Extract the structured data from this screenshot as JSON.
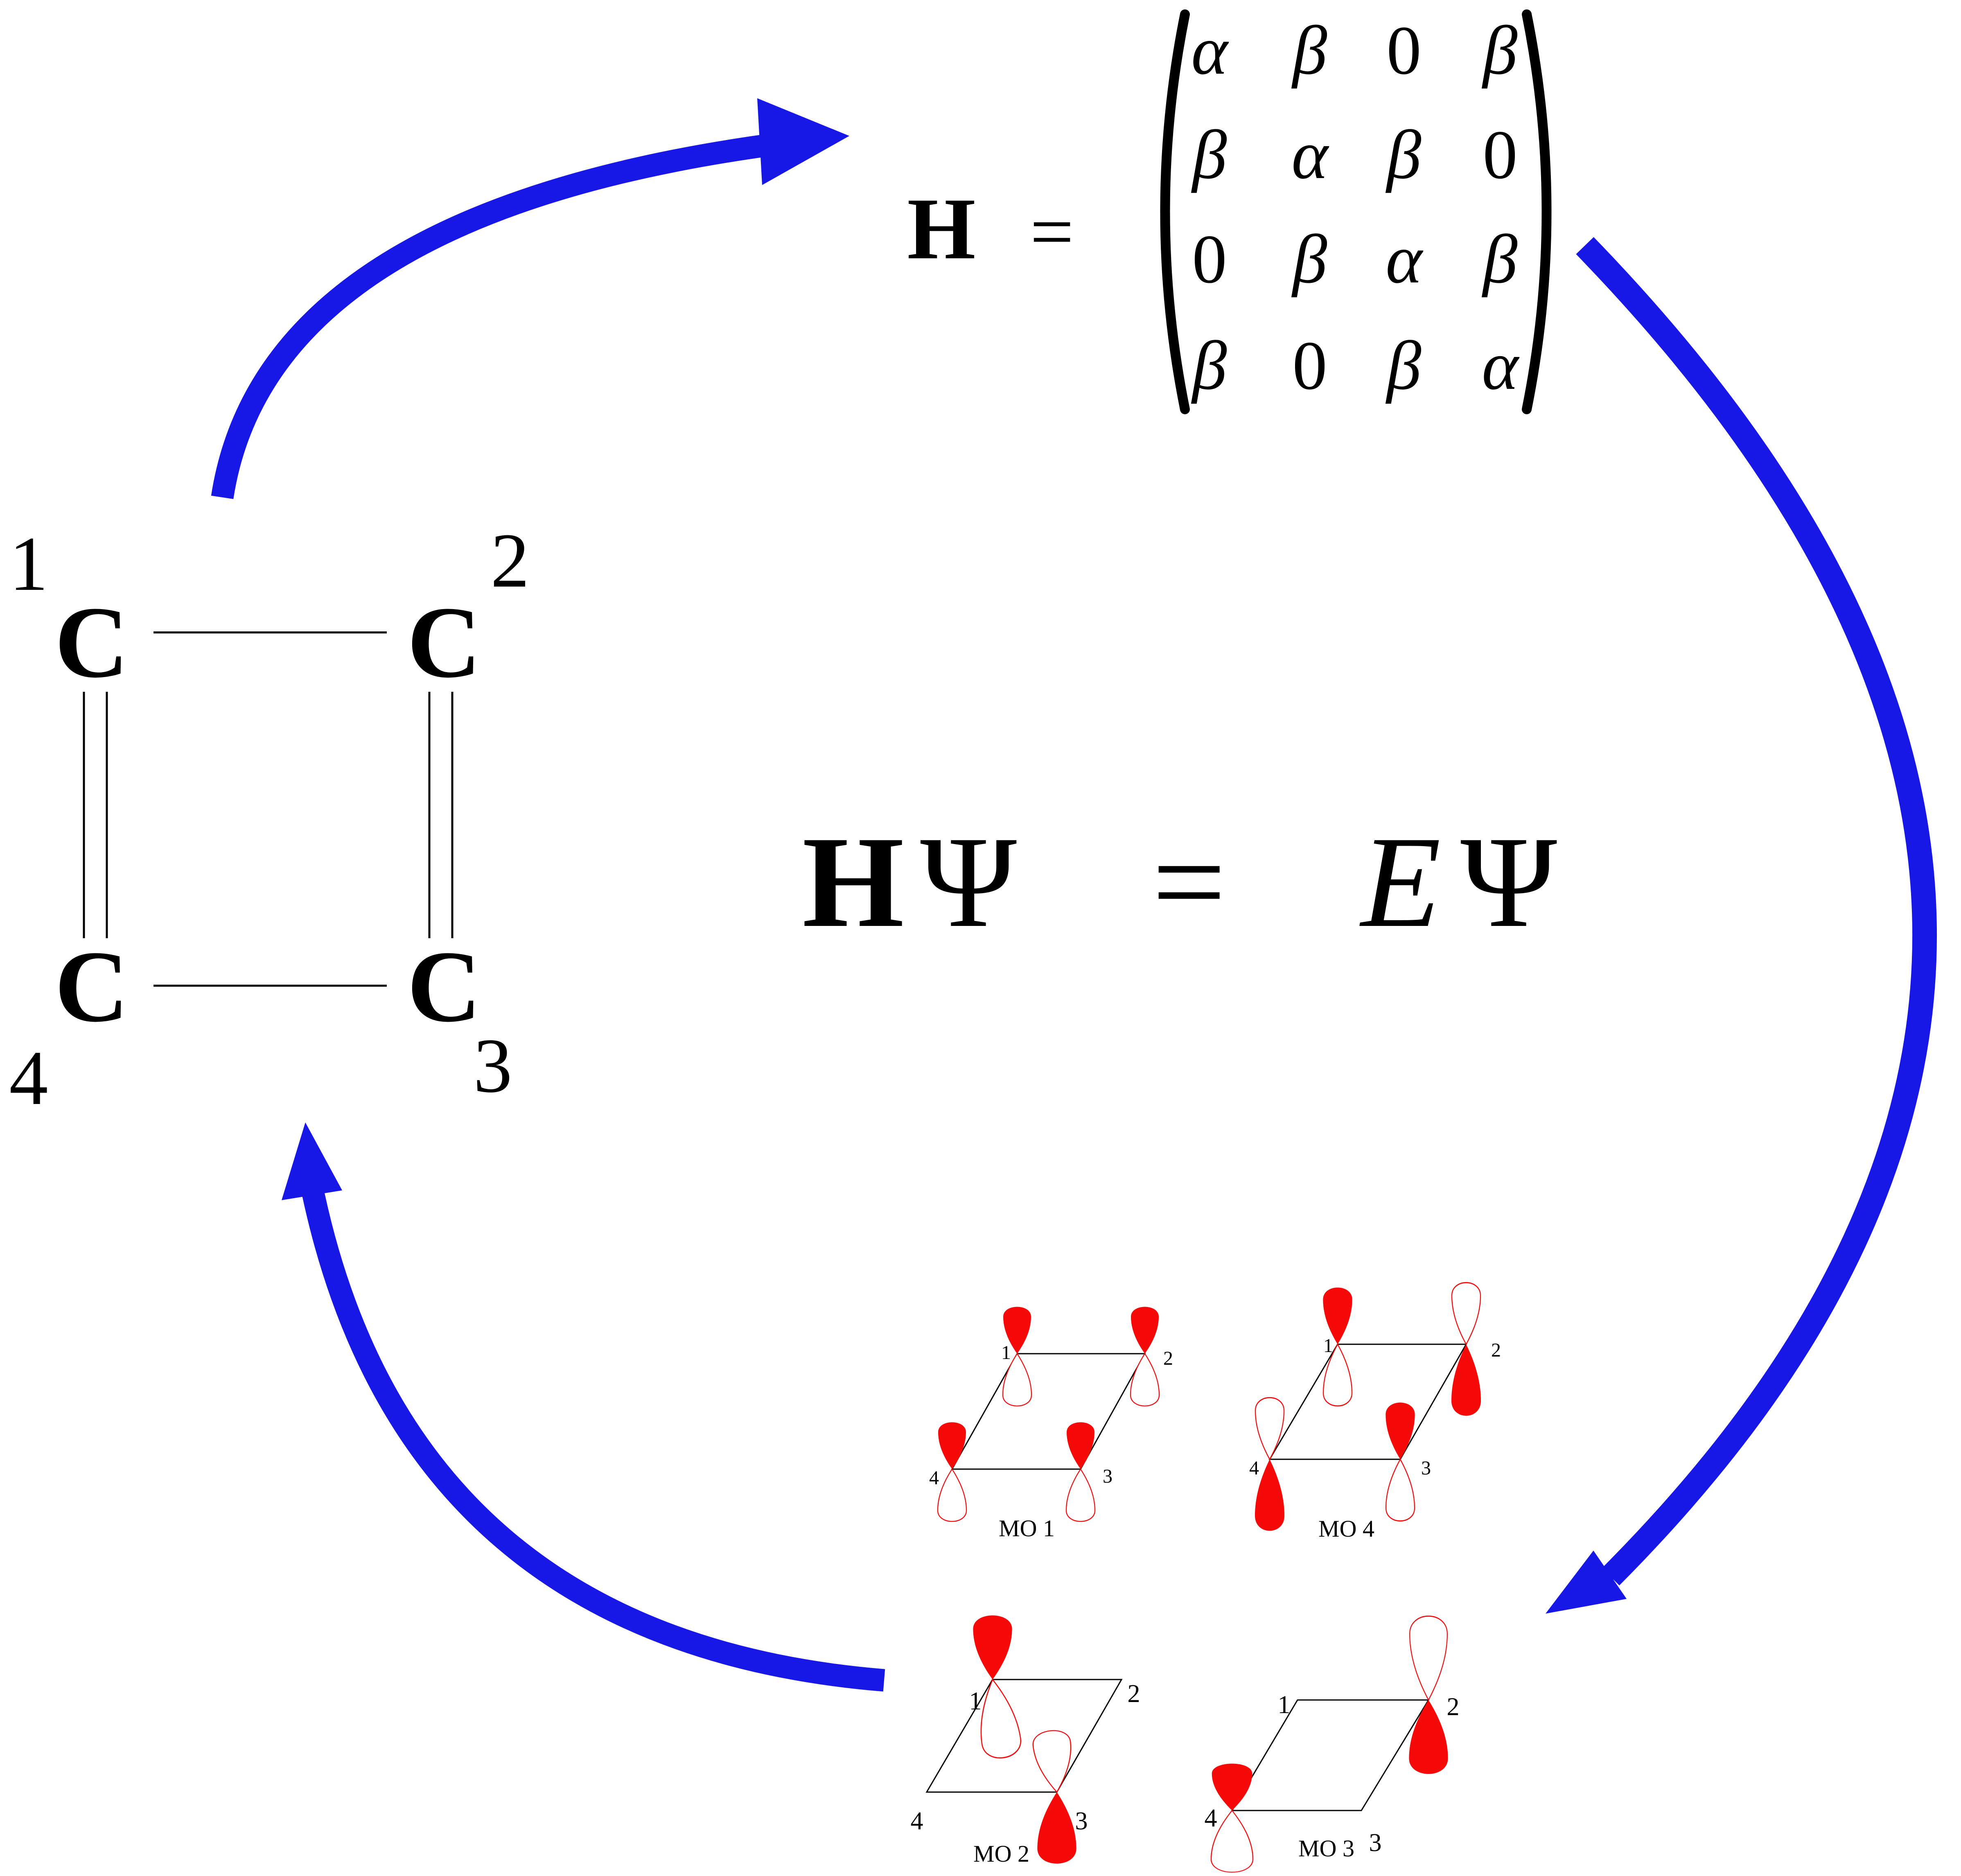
{
  "colors": {
    "arrow_blue": "#1818e6",
    "orbital_red": "#f50909",
    "line_black": "#000000"
  },
  "hamiltonian": {
    "symbol": "H",
    "equals": "=",
    "matrix": {
      "rows": [
        [
          "α",
          "β",
          "0",
          "β"
        ],
        [
          "β",
          "α",
          "β",
          "0"
        ],
        [
          "0",
          "β",
          "α",
          "β"
        ],
        [
          "β",
          "0",
          "β",
          "α"
        ]
      ]
    }
  },
  "molecule": {
    "atoms": [
      {
        "symbol": "C",
        "label": "1"
      },
      {
        "symbol": "C",
        "label": "2"
      },
      {
        "symbol": "C",
        "label": "3"
      },
      {
        "symbol": "C",
        "label": "4"
      }
    ],
    "bonds": [
      {
        "from": "1",
        "to": "2",
        "order": "single"
      },
      {
        "from": "4",
        "to": "3",
        "order": "single"
      },
      {
        "from": "1",
        "to": "4",
        "order": "double"
      },
      {
        "from": "2",
        "to": "3",
        "order": "double"
      }
    ]
  },
  "eigen_equation": {
    "hamiltonian": "H",
    "psi_left": "Ψ",
    "equals": "=",
    "energy": "E",
    "psi_right": "Ψ"
  },
  "mo_diagrams": [
    {
      "label": "MO 1",
      "vertex_labels": [
        "1",
        "2",
        "3",
        "4"
      ],
      "orbitals": [
        {
          "vertex": "1",
          "top_lobe": "filled",
          "bottom_lobe": "empty"
        },
        {
          "vertex": "2",
          "top_lobe": "filled",
          "bottom_lobe": "empty"
        },
        {
          "vertex": "3",
          "top_lobe": "filled",
          "bottom_lobe": "empty"
        },
        {
          "vertex": "4",
          "top_lobe": "filled",
          "bottom_lobe": "empty"
        }
      ]
    },
    {
      "label": "MO 2",
      "vertex_labels": [
        "1",
        "2",
        "3",
        "4"
      ],
      "orbitals": [
        {
          "vertex": "1",
          "top_lobe": "filled",
          "bottom_lobe": "empty"
        },
        {
          "vertex": "3",
          "top_lobe": "empty",
          "bottom_lobe": "filled"
        }
      ]
    },
    {
      "label": "MO 3",
      "vertex_labels": [
        "1",
        "2",
        "3",
        "4"
      ],
      "orbitals": [
        {
          "vertex": "2",
          "top_lobe": "empty",
          "bottom_lobe": "filled"
        },
        {
          "vertex": "4",
          "top_lobe": "filled",
          "bottom_lobe": "empty"
        }
      ]
    },
    {
      "label": "MO 4",
      "vertex_labels": [
        "1",
        "2",
        "3",
        "4"
      ],
      "orbitals": [
        {
          "vertex": "1",
          "top_lobe": "filled",
          "bottom_lobe": "empty"
        },
        {
          "vertex": "2",
          "top_lobe": "empty",
          "bottom_lobe": "filled"
        },
        {
          "vertex": "3",
          "top_lobe": "filled",
          "bottom_lobe": "empty"
        },
        {
          "vertex": "4",
          "top_lobe": "empty",
          "bottom_lobe": "filled"
        }
      ]
    }
  ]
}
